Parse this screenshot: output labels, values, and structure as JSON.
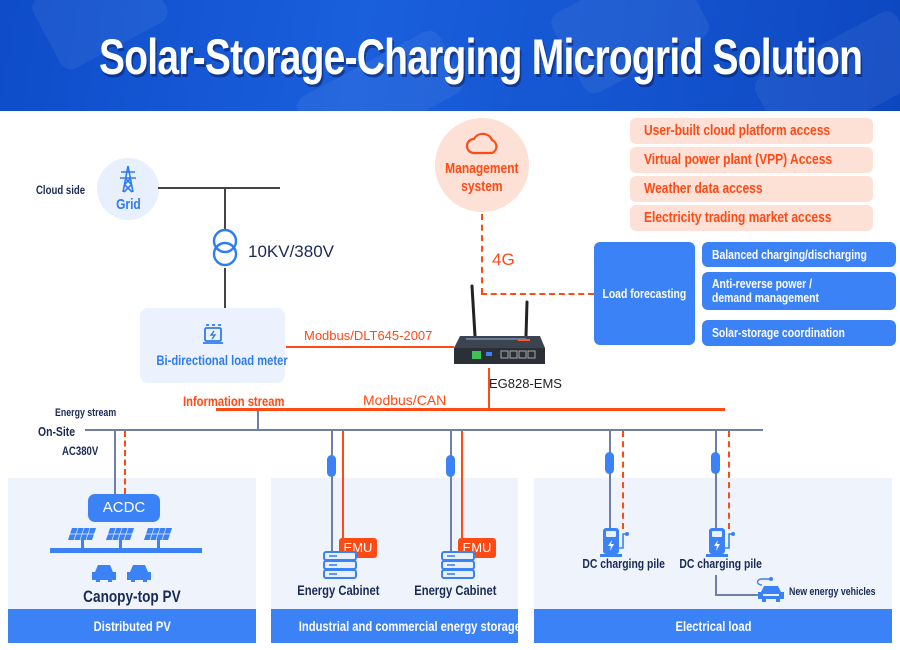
{
  "header": {
    "title": "Solar-Storage-Charging Microgrid Solution"
  },
  "grid": {
    "side_label": "Cloud side",
    "label": "Grid",
    "icon": "power-tower-icon"
  },
  "transformer": {
    "label": "10KV/380V",
    "icon": "transformer-icon"
  },
  "meter": {
    "label": "Bi-directional load meter",
    "icon": "meter-icon",
    "link_label": "Modbus/DLT645-2007"
  },
  "management": {
    "label_line1": "Management",
    "label_line2": "system",
    "icon": "cloud-icon",
    "link_label": "4G"
  },
  "access_items": [
    "User-built cloud platform access",
    "Virtual power plant (VPP) Access",
    "Weather data access",
    "Electricity trading market access"
  ],
  "load_forecasting": {
    "label": "Load forecasting",
    "items": [
      {
        "line1": "Balanced charging/discharging",
        "line2": ""
      },
      {
        "line1": "Anti-reverse power /",
        "line2": "demand management"
      },
      {
        "line1": "Solar-storage coordination",
        "line2": ""
      }
    ]
  },
  "gateway": {
    "label": "EG828-EMS"
  },
  "bus": {
    "information_stream": "Information stream",
    "info_protocol": "Modbus/CAN",
    "energy_stream": "Energy stream",
    "onsite_label": "On-Site",
    "voltage_label": "AC380V"
  },
  "panels": {
    "pv": {
      "footer": "Distributed PV",
      "converter": "ACDC",
      "title": "Canopy-top PV"
    },
    "storage": {
      "footer": "Industrial and commercial energy storage",
      "emu_label": "EMU",
      "cabinets": [
        "Energy Cabinet",
        "Energy Cabinet"
      ]
    },
    "load": {
      "footer": "Electrical load",
      "piles": [
        "DC charging pile",
        "DC charging pile"
      ],
      "vehicle_label": "New energy vehicles"
    }
  },
  "colors": {
    "header_blue": "#1454cf",
    "accent_blue": "#3b82f6",
    "accent_orange": "#ff4a14",
    "light_orange": "#fde0d6",
    "light_blue": "#eef3fc",
    "dark_navy": "#1a2a55"
  }
}
